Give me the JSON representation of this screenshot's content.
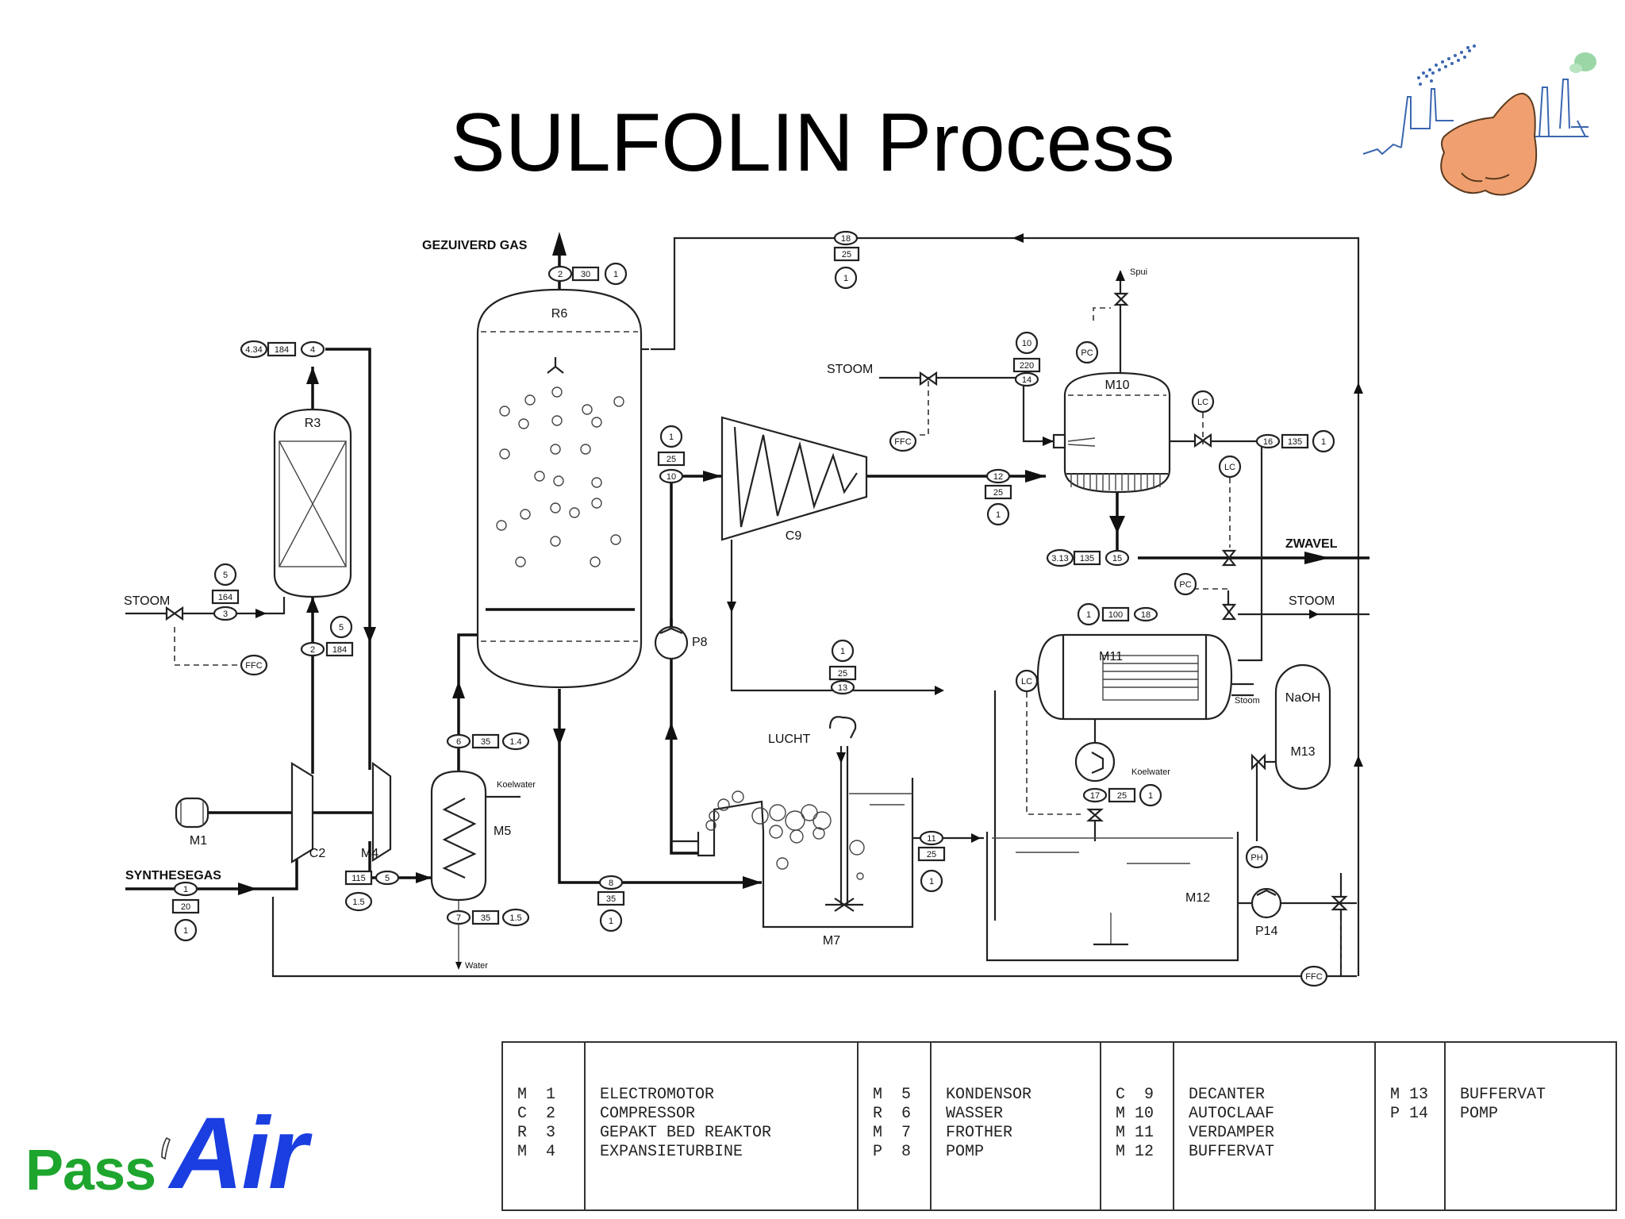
{
  "slide": {
    "title": "SULFOLIN Process"
  },
  "diagram": {
    "labels": {
      "gezuiverd_gas": "GEZUIVERD GAS",
      "stoom_top": "STOOM",
      "stoom_left": "STOOM",
      "stoom_right": "STOOM",
      "zwavel": "ZWAVEL",
      "synthesegas": "SYNTHESEGAS",
      "lucht": "LUCHT",
      "naoh": "NaOH",
      "spui": "Spui",
      "koelwater_m5": "Koelwater",
      "koelwater_pump": "Koelwater",
      "water": "Water",
      "stoom_m11": "Stoom"
    },
    "equipment": {
      "r6": "R6",
      "r3": "R3",
      "m1": "M1",
      "c2": "C2",
      "m4": "M4",
      "m5": "M5",
      "c9": "C9",
      "p8": "P8",
      "m10": "M10",
      "m11": "M11",
      "m12": "M12",
      "m13": "M13",
      "p14": "P14",
      "m7": "M7"
    },
    "instruments": {
      "ffc_1": "FFC",
      "ffc_2": "FFC",
      "ffc_3": "FFC",
      "pc_1": "PC",
      "pc_2": "PC",
      "lc_1": "LC",
      "lc_2": "LC",
      "lc_3": "LC",
      "ph": "PH"
    },
    "streams": {
      "s_gas_out": [
        "2",
        "30",
        "1"
      ],
      "s_r3_out": [
        "4.34",
        "184",
        "4"
      ],
      "s_steam_in": [
        "5",
        "164",
        "3"
      ],
      "s_r3_in": [
        "5",
        "184",
        "2"
      ],
      "s_top_return": [
        "18",
        "25",
        "1"
      ],
      "s_m10_steam": [
        "10",
        "220",
        "14"
      ],
      "s_m10_out": [
        "16",
        "135",
        "1"
      ],
      "s_c9_out": [
        "12",
        "25",
        "1"
      ],
      "s_p8_out": [
        "1",
        "25",
        "10"
      ],
      "s_zwavel": [
        "3.13",
        "135",
        "15"
      ],
      "s_m11_top": [
        "1",
        "100",
        "18"
      ],
      "s_m11_in": [
        "1",
        "25",
        "13"
      ],
      "s_m5_top": [
        "6",
        "35",
        "1.4"
      ],
      "s_m5_bot": [
        "7",
        "35",
        "1.5"
      ],
      "s_m4": [
        "115",
        "5",
        "1.5"
      ],
      "s_r6_bot": [
        "8",
        "35",
        "1"
      ],
      "s_m7_out": [
        "11",
        "25",
        "1"
      ],
      "s_pump": [
        "17",
        "25",
        "1"
      ],
      "s_synthese": [
        "1",
        "20",
        "1"
      ]
    }
  },
  "legend": {
    "columns": [
      {
        "codes": [
          "M  1",
          "C  2",
          "R  3",
          "M  4"
        ],
        "names": [
          "ELECTROMOTOR",
          "COMPRESSOR",
          "GEPAKT BED REAKTOR",
          "EXPANSIETURBINE"
        ]
      },
      {
        "codes": [
          "M  5",
          "R  6",
          "M  7",
          "P  8"
        ],
        "names": [
          "KONDENSOR",
          "WASSER",
          "FROTHER",
          "POMP"
        ]
      },
      {
        "codes": [
          "C  9",
          "M 10",
          "M 11",
          "M 12"
        ],
        "names": [
          "DECANTER",
          "AUTOCLAAF",
          "VERDAMPER",
          "BUFFERVAT"
        ]
      },
      {
        "codes": [
          "M 13",
          "P 14"
        ],
        "names": [
          "BUFFERVAT",
          "POMP"
        ]
      }
    ]
  },
  "branding": {
    "wordmark_pass": "Pass",
    "wordmark_air": "Air"
  },
  "colors": {
    "pass_green": "#1ea52e",
    "air_blue": "#1a3ee0",
    "nose": "#f0a070"
  }
}
